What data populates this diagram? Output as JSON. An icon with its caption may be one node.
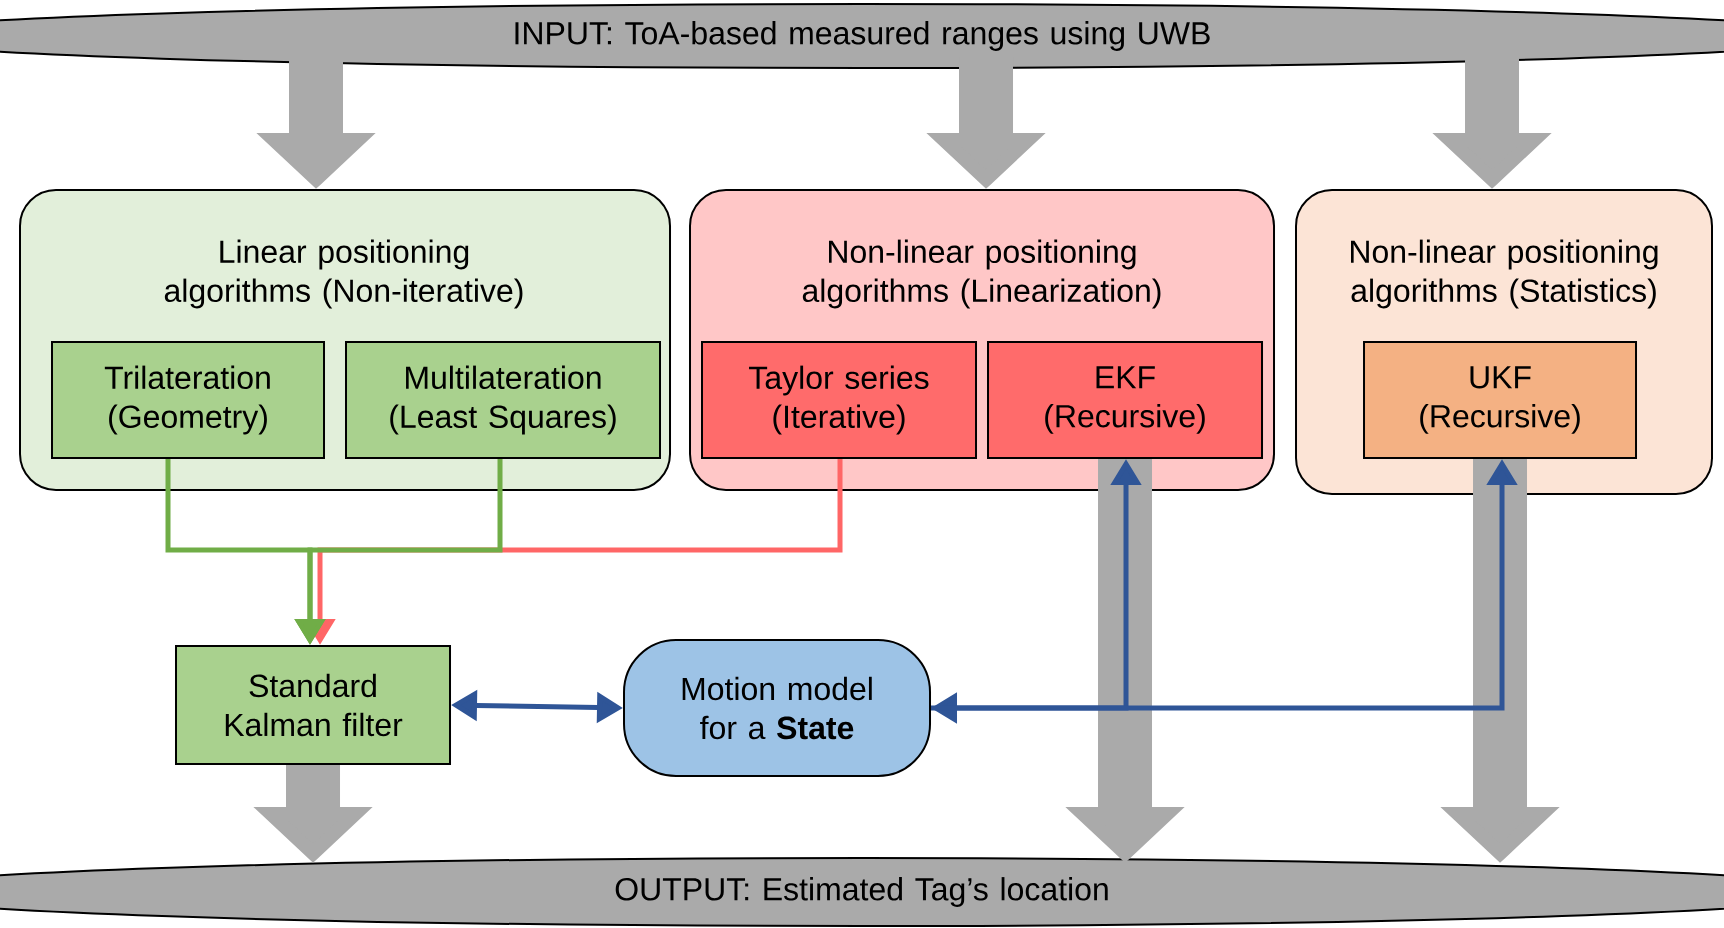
{
  "diagram": {
    "nodes": [
      {
        "text": [
          "INPUT: ToA-based measured ranges using UWB"
        ]
      },
      {
        "text": [
          "Linear positioning algorithms (Non-iterative)"
        ]
      },
      {
        "text": [
          "Trilateration (Geometry)"
        ],
        "in": 1
      },
      {
        "text": [
          "Multilateration (Least Squares)"
        ],
        "in": 1
      },
      {
        "text": [
          "Non-linear positioning algorithms (Linearization)"
        ]
      },
      {
        "text": [
          "Taylor series (Iterative)"
        ],
        "in": 4
      },
      {
        "text": [
          "EKF (Recursive)"
        ],
        "in": 4
      },
      {
        "text": [
          "Non-linear positioning algorithms (Statistics)"
        ]
      },
      {
        "text": [
          "UKF (Recursive)"
        ],
        "in": 7
      },
      {
        "text": [
          "Standard Kalman filter"
        ]
      },
      {
        "text": [
          "Motion model for a **State**"
        ]
      },
      {
        "text": [
          "OUTPUT: Estimated Tag’s location"
        ]
      }
    ],
    "edges": [
      {
        "from": 0,
        "to": 1,
        "arrow": "to",
        "style": "thick"
      },
      {
        "from": 0,
        "to": 4,
        "arrow": "to",
        "style": "thick"
      },
      {
        "from": 0,
        "to": 7,
        "arrow": "to",
        "style": "thick"
      },
      {
        "from": 9,
        "to": 11,
        "arrow": "to",
        "style": "thick"
      },
      {
        "from": 6,
        "to": 11,
        "arrow": "to",
        "style": "thick"
      },
      {
        "from": 8,
        "to": 11,
        "arrow": "to",
        "style": "thick"
      },
      {
        "from": 5,
        "to": 9,
        "arrow": "to",
        "color": "#ff6666"
      },
      {
        "from": 2,
        "to": 9,
        "arrow": "to",
        "color": "#70ad47"
      },
      {
        "from": 3,
        "to": 9,
        "arrow": "to",
        "color": "#70ad47"
      },
      {
        "from": 9,
        "to": 10,
        "arrow": "both",
        "color": "#2f5597"
      },
      {
        "from": 10,
        "to": 6,
        "arrow": "both",
        "color": "#2f5597"
      },
      {
        "from": 10,
        "to": 8,
        "arrow": "to",
        "color": "#2f5597"
      }
    ]
  }
}
